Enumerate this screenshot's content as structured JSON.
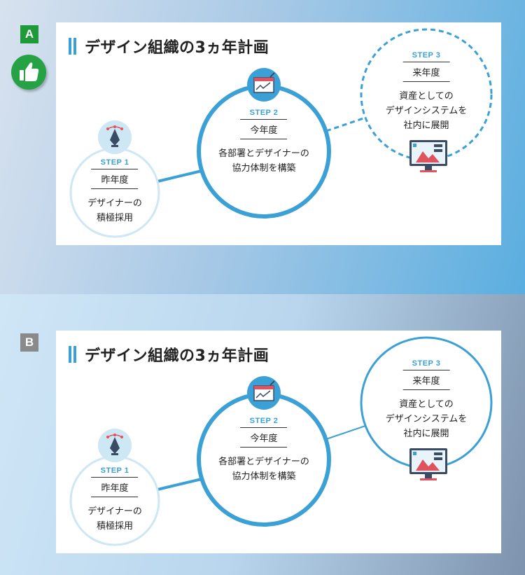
{
  "options": [
    {
      "badge": "A",
      "title": "デザイン組織の3ヵ年計画",
      "steps": [
        {
          "label": "STEP 1",
          "year": "昨年度",
          "desc_line1": "デザイナーの",
          "desc_line2": "積極採用",
          "desc_line3": ""
        },
        {
          "label": "STEP 2",
          "year": "今年度",
          "desc_line1": "各部署とデザイナーの",
          "desc_line2": "協力体制を構築",
          "desc_line3": ""
        },
        {
          "label": "STEP 3",
          "year": "来年度",
          "desc_line1": "資産としての",
          "desc_line2": "デザインシステムを",
          "desc_line3": "社内に展開"
        }
      ]
    },
    {
      "badge": "B",
      "title": "デザイン組織の3ヵ年計画",
      "steps": [
        {
          "label": "STEP 1",
          "year": "昨年度",
          "desc_line1": "デザイナーの",
          "desc_line2": "積極採用",
          "desc_line3": ""
        },
        {
          "label": "STEP 2",
          "year": "今年度",
          "desc_line1": "各部署とデザイナーの",
          "desc_line2": "協力体制を構築",
          "desc_line3": ""
        },
        {
          "label": "STEP 3",
          "year": "来年度",
          "desc_line1": "資産としての",
          "desc_line2": "デザインシステムを",
          "desc_line3": "社内に展開"
        }
      ]
    }
  ],
  "icons": {
    "selected_marker": "thumbs-up-icon",
    "step1": "pen-tool-icon",
    "step2": "browser-chart-icon",
    "step3": "monitor-design-icon"
  },
  "colors": {
    "accent": "#3ba0d6",
    "step1_circle": "#cde7f4",
    "selected_badge": "#1e9a3a",
    "unselected_badge": "#8a8a8a"
  },
  "step3_border": {
    "A": "dashed",
    "B": "solid"
  }
}
